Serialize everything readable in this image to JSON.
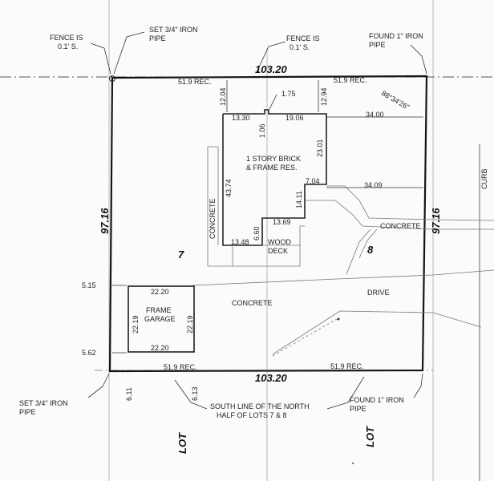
{
  "notes": {
    "fence_nw": [
      "FENCE IS",
      "0.1' S."
    ],
    "pipe_nw": [
      "SET 3/4\" IRON",
      "PIPE"
    ],
    "fence_n": [
      "FENCE IS",
      "0.1' S."
    ],
    "pipe_ne": [
      "FOUND 1\" IRON",
      "PIPE"
    ],
    "pipe_sw": [
      "SET 3/4\" IRON",
      "PIPE"
    ],
    "pipe_se": [
      "FOUND 1\" IRON",
      "PIPE"
    ],
    "south_line": [
      "SOUTH LINE OF THE NORTH",
      "HALF OF LOTS 7 & 8"
    ],
    "curb": "CURB"
  },
  "boundary": {
    "north": "103.20",
    "south": "103.20",
    "west": "97.16",
    "east": "97.16",
    "north_rec_left": "51.9 REC.",
    "north_rec_right": "51.9 REC.",
    "south_rec_left": "51.9 REC.",
    "south_rec_right": "51.9 REC.",
    "bearing": "88°34'26\""
  },
  "dimensions": {
    "d_12_04": "12.04",
    "d_1_75": "1.75",
    "d_12_94": "12.94",
    "d_34_00": "34.00",
    "d_13_30": "13.30",
    "d_19_06": "19.06",
    "d_1_06": "1.06",
    "d_23_01": "23.01",
    "d_43_74": "43.74",
    "d_7_04": "7.04",
    "d_34_09": "34.09",
    "d_14_11": "14.11",
    "d_13_69": "13.69",
    "d_6_60": "6.60",
    "d_13_48": "13.48",
    "d_5_15": "5.15",
    "d_5_62": "5.62",
    "d_6_11": "6.11",
    "d_6_13": "6.13",
    "garage_top": "22.20",
    "garage_bottom": "22.20",
    "garage_left": "22.19",
    "garage_right": "22.19"
  },
  "features": {
    "house": [
      "1 STORY BRICK",
      "& FRAME RES."
    ],
    "concrete_west": "CONCRETE",
    "concrete_walk": "CONCRETE",
    "concrete_main": "CONCRETE",
    "wood_deck": [
      "WOOD",
      "DECK"
    ],
    "garage": [
      "FRAME",
      "GARAGE"
    ],
    "drive": "DRIVE"
  },
  "lots": {
    "lot7_number": "7",
    "lot8_number": "8",
    "lot_label_left": "LOT",
    "lot_label_right": "LOT"
  }
}
